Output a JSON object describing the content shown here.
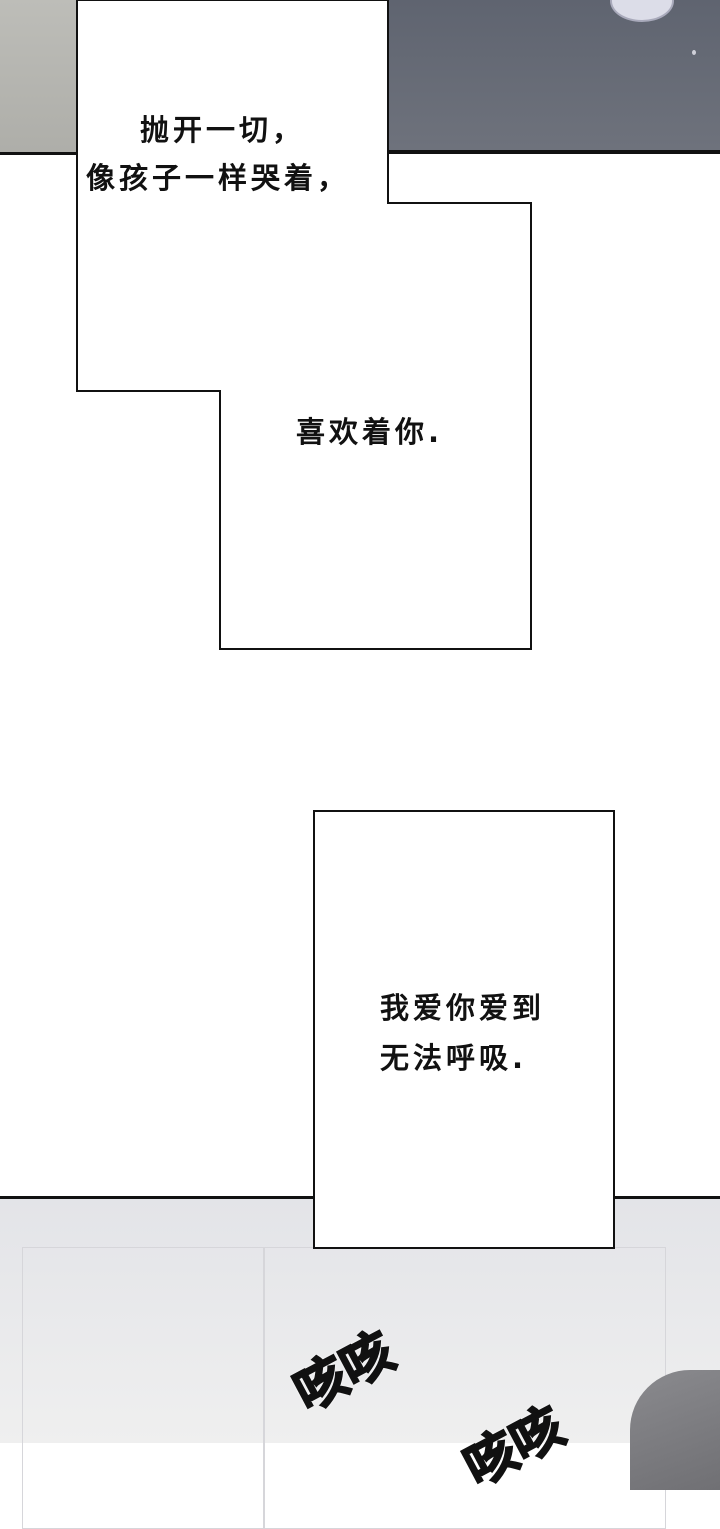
{
  "captions": {
    "line1": "抛开一切，",
    "line2": "像孩子一样哭着，",
    "line3": "喜欢着你.",
    "line4": "我爱你爱到",
    "line5": "无法呼吸."
  },
  "sfx": {
    "cough1": "咳咳",
    "cough2": "咳咳"
  }
}
